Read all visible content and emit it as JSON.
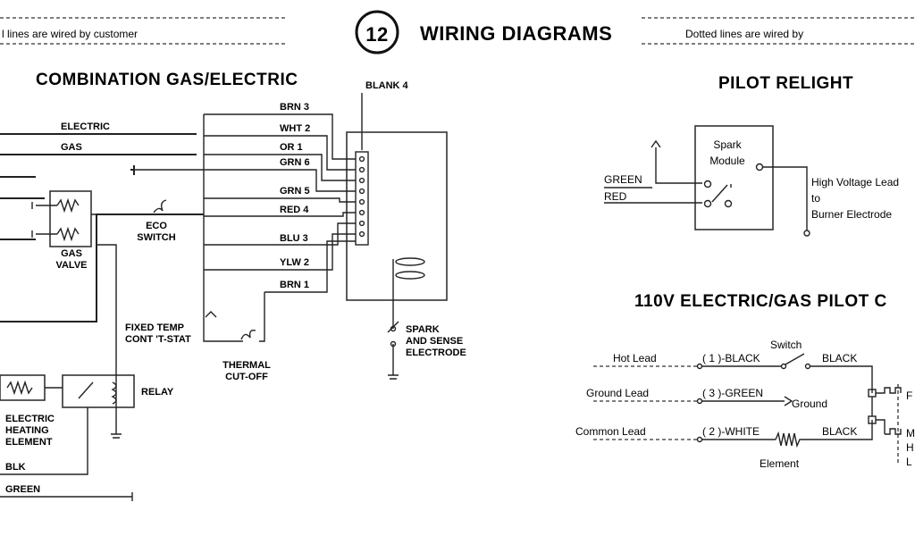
{
  "header": {
    "left_note": "l lines are wired by customer",
    "number": "12",
    "title": "WIRING DIAGRAMS",
    "right_note": "Dotted lines are wired by"
  },
  "combo": {
    "title": "COMBINATION GAS/ELECTRIC",
    "blank": "BLANK 4",
    "feeds": {
      "electric": "ELECTRIC",
      "gas": "GAS"
    },
    "wires": [
      "BRN 3",
      "WHT 2",
      "OR 1",
      "GRN 6",
      "GRN 5",
      "RED 4",
      "BLU 3",
      "YLW 2",
      "BRN 1"
    ],
    "gas_valve": "GAS\nVALVE",
    "eco_switch": "ECO\nSWITCH",
    "fixed_temp": "FIXED TEMP\nCONT 'T-STAT",
    "thermal": "THERMAL\nCUT-OFF",
    "spark": "SPARK\nAND SENSE\nELECTRODE",
    "relay": "RELAY",
    "heating": "ELECTRIC\nHEATING\nELEMENT",
    "blk": "BLK",
    "green": "GREEN"
  },
  "pilot": {
    "title": "PILOT RELIGHT",
    "module": "Spark\nModule",
    "green": "GREEN",
    "red": "RED",
    "hv": "High Voltage Lead\nto\nBurner Electrode"
  },
  "elec110": {
    "title": "110V ELECTRIC/GAS PILOT C",
    "hot": "Hot Lead",
    "ground_lead": "Ground Lead",
    "common": "Common Lead",
    "w1": "( 1 )-BLACK",
    "w3": "( 3 )-GREEN",
    "w2": "( 2 )-WHITE",
    "switch": "Switch",
    "black1": "BLACK",
    "black2": "BLACK",
    "ground": "Ground",
    "element": "Element",
    "r1": "F",
    "r2": "M\nH\nL"
  }
}
